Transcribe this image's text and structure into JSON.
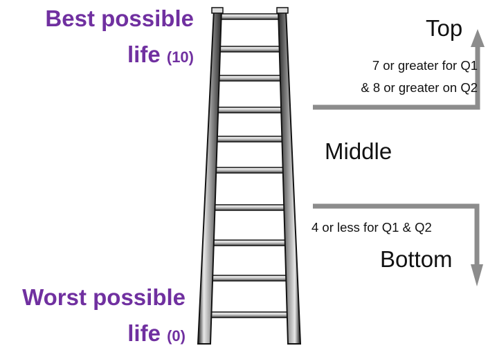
{
  "labels": {
    "best_line1": "Best possible",
    "best_line2": "life",
    "best_value": "(10)",
    "worst_line1": "Worst possible",
    "worst_line2": "life",
    "worst_value": "(0)",
    "top": "Top",
    "middle": "Middle",
    "bottom": "Bottom",
    "top_rule_line1": "7 or greater for Q1",
    "top_rule_line2": "& 8 or greater on Q2",
    "bottom_rule": "4 or less for Q1 & Q2"
  },
  "colors": {
    "label_purple": "#7030a0",
    "arrow_gray": "#8c8c8c",
    "text": "#111111"
  },
  "icons": {
    "ladder": "ladder-icon",
    "up_arrow": "up-arrow-icon",
    "down_arrow": "down-arrow-icon"
  }
}
